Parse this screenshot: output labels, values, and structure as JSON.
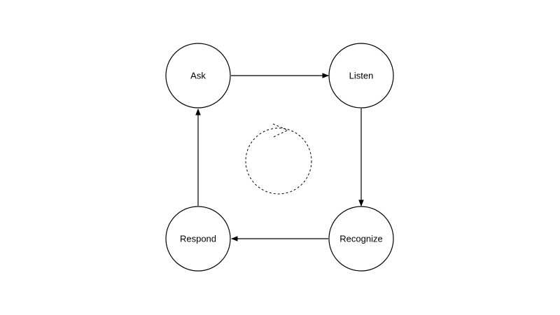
{
  "diagram": {
    "type": "cycle",
    "colors": {
      "stroke": "#000000",
      "fill": "#ffffff",
      "background": "#ffffff",
      "text": "#000000"
    },
    "nodes": [
      {
        "id": "ask",
        "label": "Ask"
      },
      {
        "id": "listen",
        "label": "Listen"
      },
      {
        "id": "recognize",
        "label": "Recognize"
      },
      {
        "id": "respond",
        "label": "Respond"
      }
    ],
    "edges": [
      {
        "from": "ask",
        "to": "listen"
      },
      {
        "from": "listen",
        "to": "recognize"
      },
      {
        "from": "recognize",
        "to": "respond"
      },
      {
        "from": "respond",
        "to": "ask"
      }
    ],
    "center_icon": "clockwise-cycle-icon"
  }
}
